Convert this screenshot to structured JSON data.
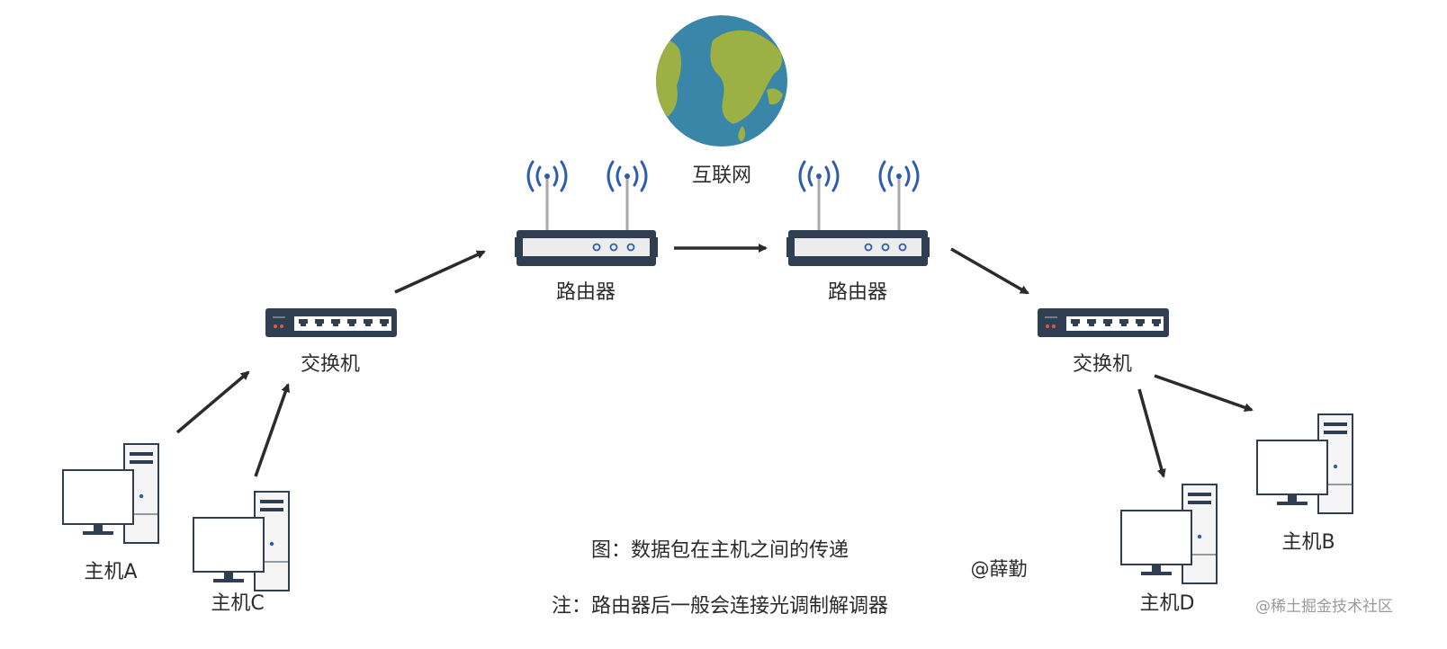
{
  "labels": {
    "internet": "互联网",
    "router_left": "路由器",
    "router_right": "路由器",
    "switch_left": "交换机",
    "switch_right": "交换机",
    "host_a": "主机A",
    "host_b": "主机B",
    "host_c": "主机C",
    "host_d": "主机D"
  },
  "caption": {
    "title": "图：数据包在主机之间的传递",
    "note": "注：路由器后一般会连接光调制解调器",
    "author": "@薛勤",
    "watermark": "@稀土掘金技术社区"
  },
  "colors": {
    "ocean": "#3a86a8",
    "land": "#9db043",
    "device_dark": "#2f3e50",
    "antenna_wave": "#2d5cb0",
    "port_light": "#ffffff",
    "arrow": "#2b2b2b"
  },
  "icons": [
    "globe-icon",
    "router-icon",
    "switch-icon",
    "desktop-pc-icon"
  ]
}
